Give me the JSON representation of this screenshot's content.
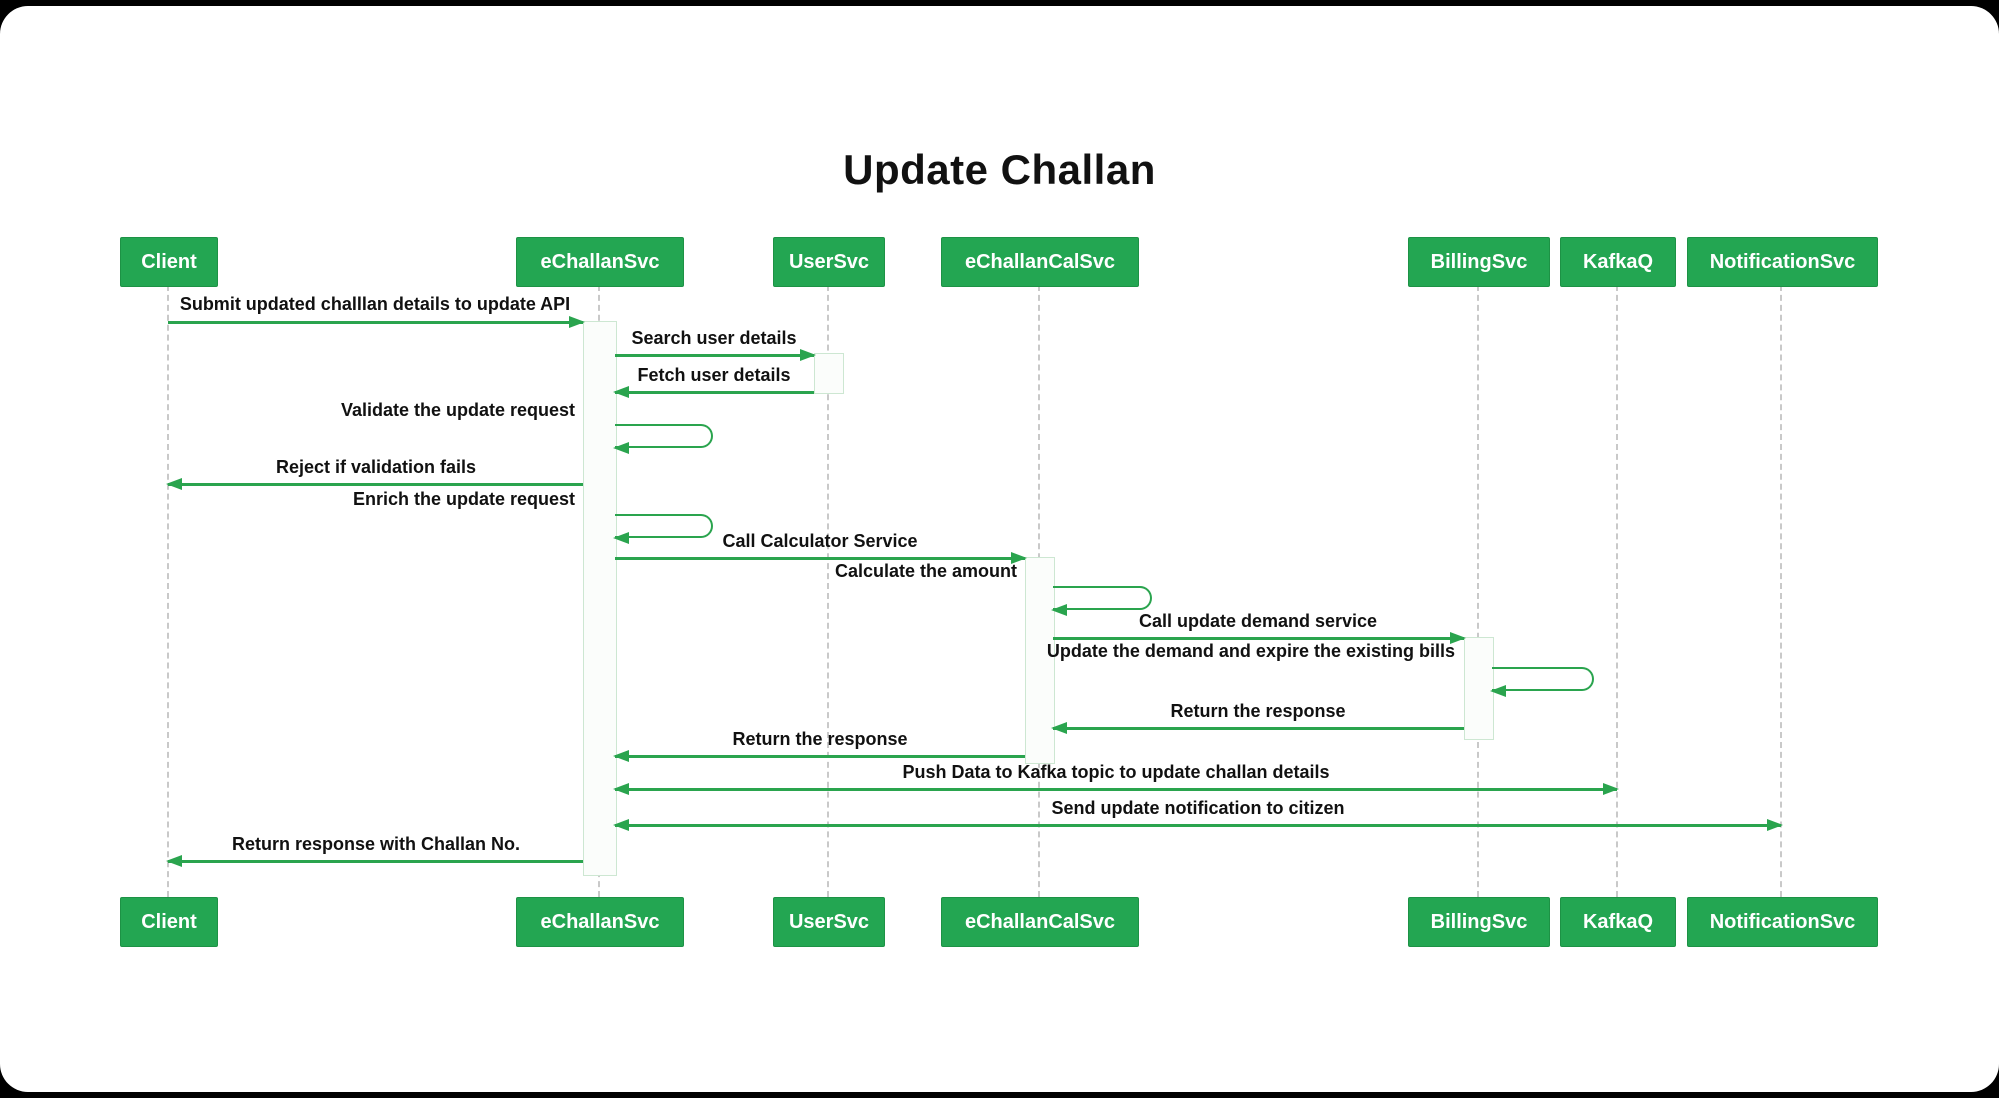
{
  "title": "Update Challan",
  "diagram_type": "sequence",
  "colors": {
    "actor_fill": "#23a652",
    "actor_border": "#1d9245",
    "arrow": "#2aa44e",
    "lifeline": "#c9c9c9",
    "activation_fill": "#fbfdfb",
    "activation_border": "#cde7d2",
    "text": "#111111"
  },
  "participants": [
    {
      "label": "Client"
    },
    {
      "label": "eChallanSvc"
    },
    {
      "label": "UserSvc"
    },
    {
      "label": "eChallanCalSvc"
    },
    {
      "label": "BillingSvc"
    },
    {
      "label": "KafkaQ"
    },
    {
      "label": "NotificationSvc"
    }
  ],
  "messages": [
    {
      "text": "Submit updated challlan details to update API",
      "from": "Client",
      "to": "eChallanSvc",
      "arrow": "right"
    },
    {
      "text": "Search user details",
      "from": "eChallanSvc",
      "to": "UserSvc",
      "arrow": "right"
    },
    {
      "text": "Fetch user details",
      "from": "UserSvc",
      "to": "eChallanSvc",
      "arrow": "left"
    },
    {
      "text": "Validate the update request",
      "from": "eChallanSvc",
      "to": "eChallanSvc",
      "arrow": "self"
    },
    {
      "text": "Reject if validation fails",
      "from": "eChallanSvc",
      "to": "Client",
      "arrow": "left"
    },
    {
      "text": "Enrich the update request",
      "from": "eChallanSvc",
      "to": "eChallanSvc",
      "arrow": "self"
    },
    {
      "text": "Call Calculator Service",
      "from": "eChallanSvc",
      "to": "eChallanCalSvc",
      "arrow": "right"
    },
    {
      "text": "Calculate the amount",
      "from": "eChallanCalSvc",
      "to": "eChallanCalSvc",
      "arrow": "self"
    },
    {
      "text": "Call update demand service",
      "from": "eChallanCalSvc",
      "to": "BillingSvc",
      "arrow": "right"
    },
    {
      "text": "Update the demand and expire the existing bills",
      "from": "BillingSvc",
      "to": "BillingSvc",
      "arrow": "self"
    },
    {
      "text": "Return the response",
      "from": "BillingSvc",
      "to": "eChallanCalSvc",
      "arrow": "left"
    },
    {
      "text": "Return the response",
      "from": "eChallanCalSvc",
      "to": "eChallanSvc",
      "arrow": "left"
    },
    {
      "text": "Push Data to Kafka topic to update challan details",
      "from": "eChallanSvc",
      "to": "KafkaQ",
      "arrow": "both"
    },
    {
      "text": "Send update notification to citizen",
      "from": "eChallanSvc",
      "to": "NotificationSvc",
      "arrow": "both"
    },
    {
      "text": "Return response with Challan No.",
      "from": "eChallanSvc",
      "to": "Client",
      "arrow": "left"
    }
  ]
}
